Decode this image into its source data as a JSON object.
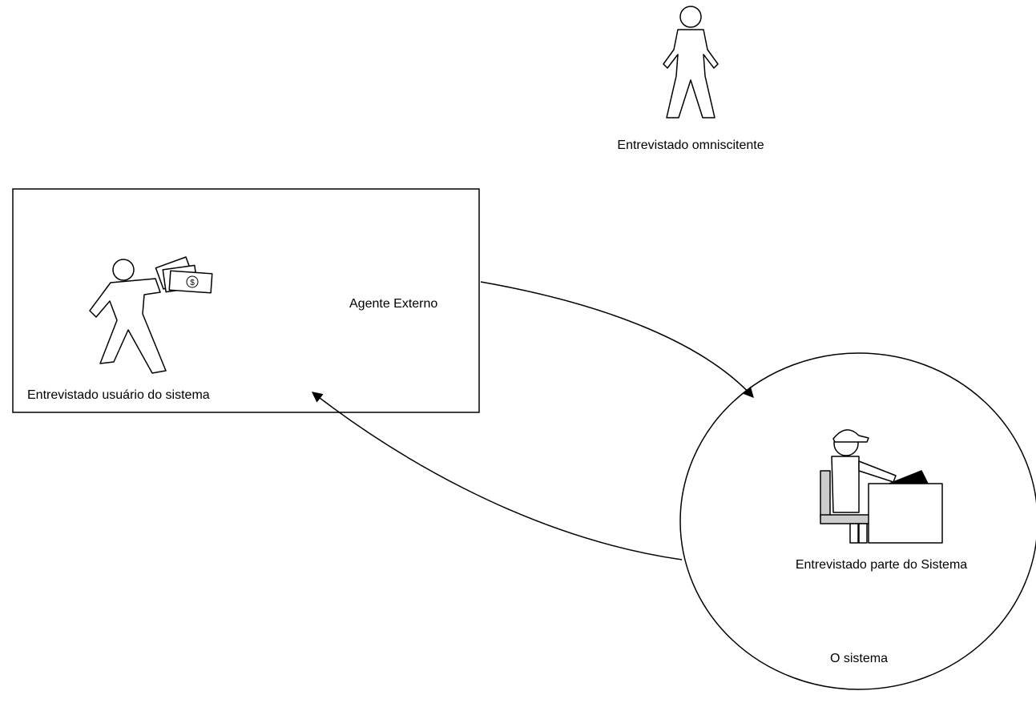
{
  "diagram": {
    "labels": {
      "omniscient_interviewee": "Entrevistado omniscitente",
      "external_agent": "Agente Externo",
      "system_user_interviewee": "Entrevistado usuário do sistema",
      "system_part_interviewee": "Entrevistado parte do Sistema",
      "the_system": "O sistema"
    },
    "icons": {
      "omniscient_figure": "standing-person-icon",
      "user_figure": "walking-person-with-money-icon",
      "system_figure": "seated-clerk-at-desk-icon"
    },
    "colors": {
      "stroke": "#000000",
      "background": "#ffffff",
      "fill_light": "#cccccc"
    }
  }
}
